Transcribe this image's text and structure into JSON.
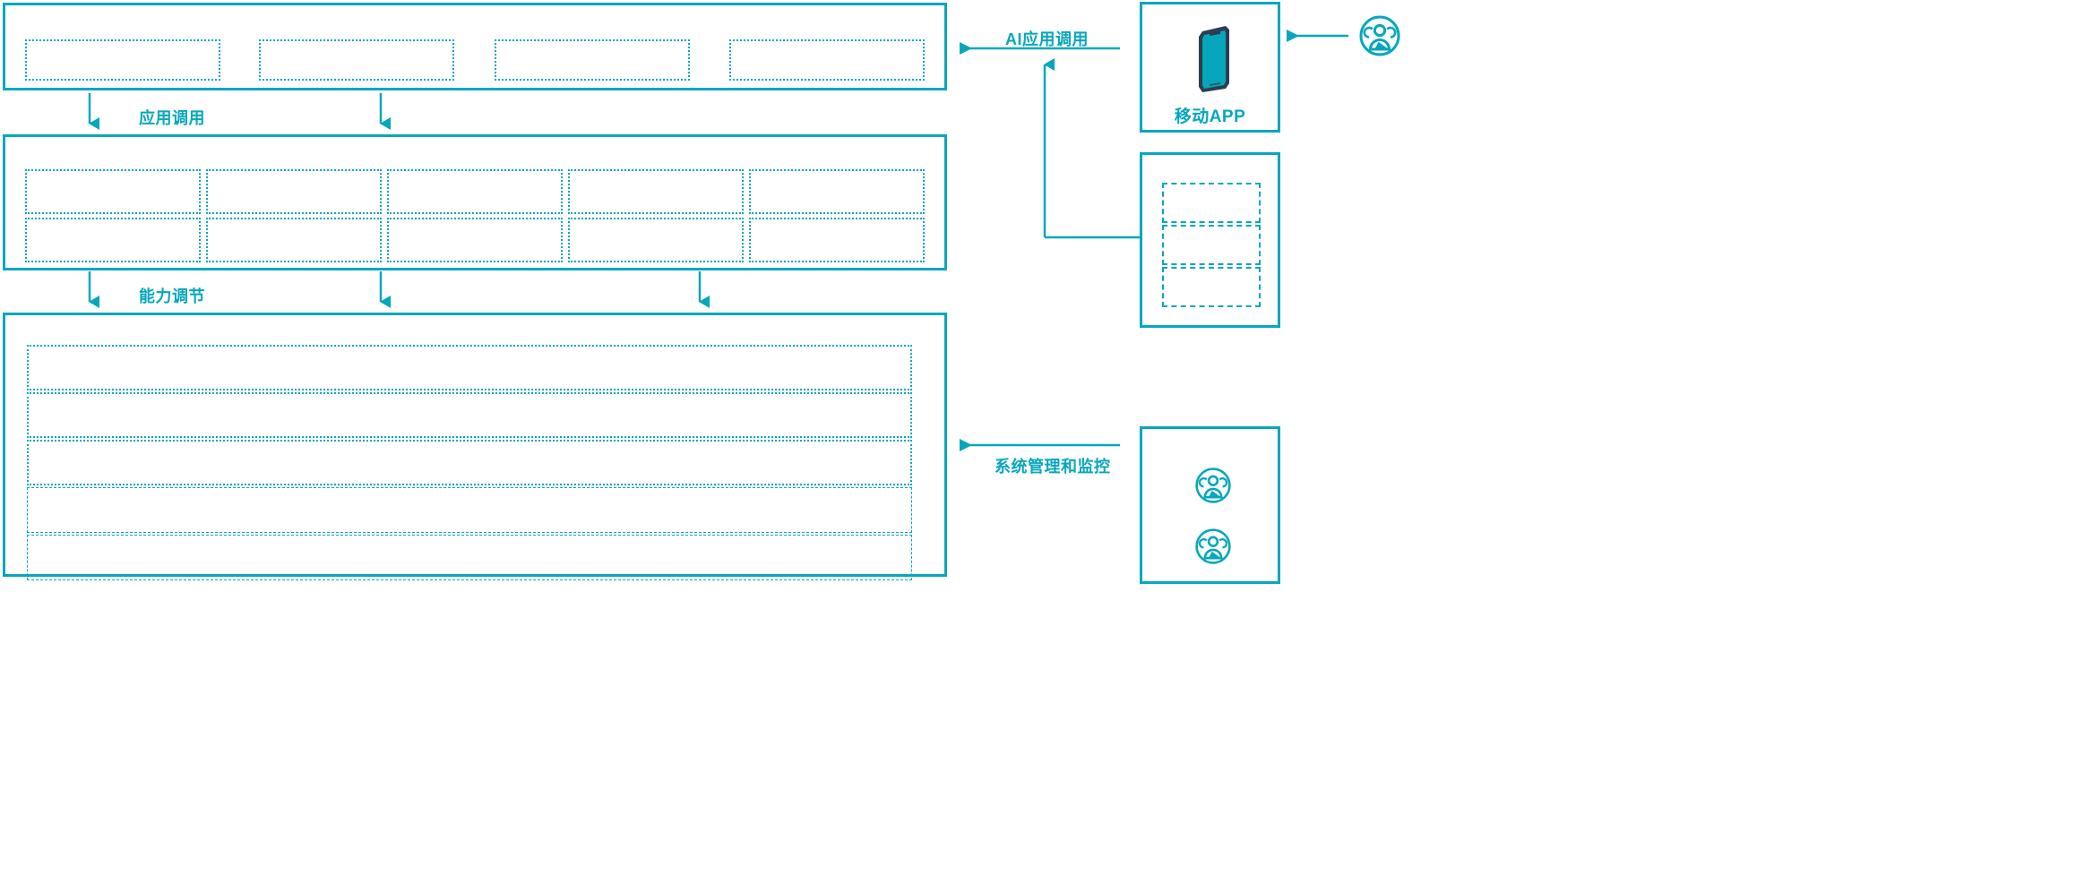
{
  "theme": {
    "accent": "#06A7BC",
    "phone_outline": "#2C3E50",
    "phone_screen": "#06A7BC",
    "background": "#FFFFFF"
  },
  "layers": [
    {
      "name": "application-layer",
      "slot_count": 4,
      "slots": [
        "",
        "",
        "",
        ""
      ]
    },
    {
      "name": "capability-layer",
      "slot_count": 10,
      "columns": 5,
      "rows": 2,
      "slots": [
        "",
        "",
        "",
        "",
        "",
        "",
        "",
        "",
        "",
        ""
      ]
    },
    {
      "name": "platform-layer",
      "slot_count": 5,
      "slots": [
        "",
        "",
        "",
        "",
        ""
      ]
    }
  ],
  "connectors": [
    {
      "id": "app-call",
      "label": "应用调用",
      "direction": "down"
    },
    {
      "id": "capability-adjust",
      "label": "能力调节",
      "direction": "down"
    },
    {
      "id": "ai-app-call",
      "label": "AI应用调用",
      "direction": "left"
    },
    {
      "id": "sys-admin-monitor",
      "label": "系统管理和监控",
      "direction": "left"
    }
  ],
  "right_panels": [
    {
      "id": "mobile-app-panel",
      "label": "移动APP",
      "icon": "smartphone-icon"
    },
    {
      "id": "stacked-slots-panel",
      "label": "",
      "slots": [
        "",
        "",
        ""
      ]
    },
    {
      "id": "users-panel",
      "label": "",
      "icons": [
        "user-group-icon",
        "user-group-icon"
      ]
    }
  ],
  "actors": [
    {
      "id": "external-user",
      "icon": "user-group-icon"
    }
  ]
}
